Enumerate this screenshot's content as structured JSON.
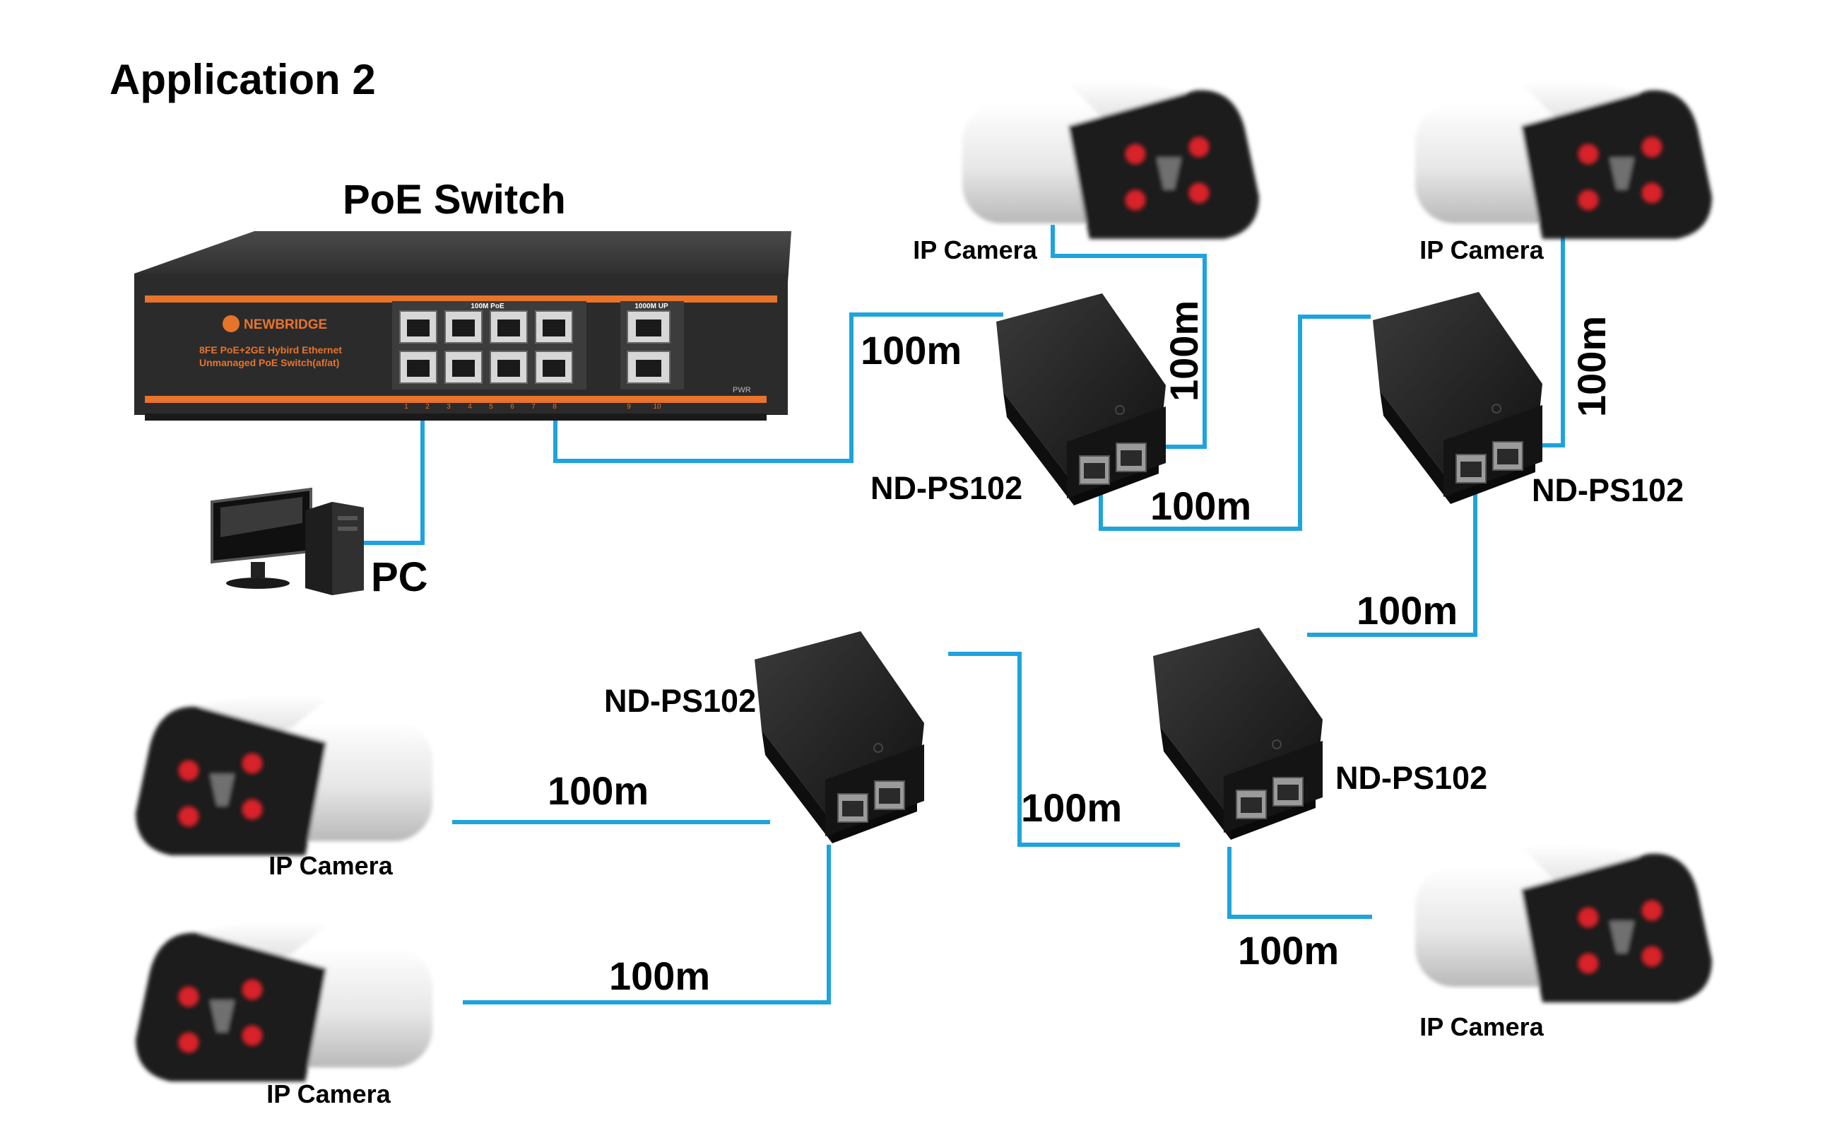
{
  "title": "Application 2",
  "switch": {
    "label": "PoE Switch",
    "brand": "NEWBRIDGE",
    "desc_line1": "8FE PoE+2GE Hybird Ethernet",
    "desc_line2": "Unmanaged PoE Switch(af/at)",
    "poe_port_group": "100M PoE",
    "uplink_port_group": "1000M UP",
    "pwr": "PWR",
    "port_numbers": [
      "1",
      "2",
      "3",
      "4",
      "5",
      "6",
      "7",
      "8"
    ],
    "uplink_numbers": [
      "9",
      "10"
    ]
  },
  "pc_label": "PC",
  "extender_label": "ND-PS102",
  "camera_label": "IP Camera",
  "cable_label": "100m",
  "colors": {
    "cable": "#1fa3dd",
    "switch_body": "#2d2d2d",
    "switch_accent": "#e8732a",
    "extender": "#1c1c1c",
    "camera_body": "#e6e6e6",
    "camera_led": "#d9202a"
  }
}
